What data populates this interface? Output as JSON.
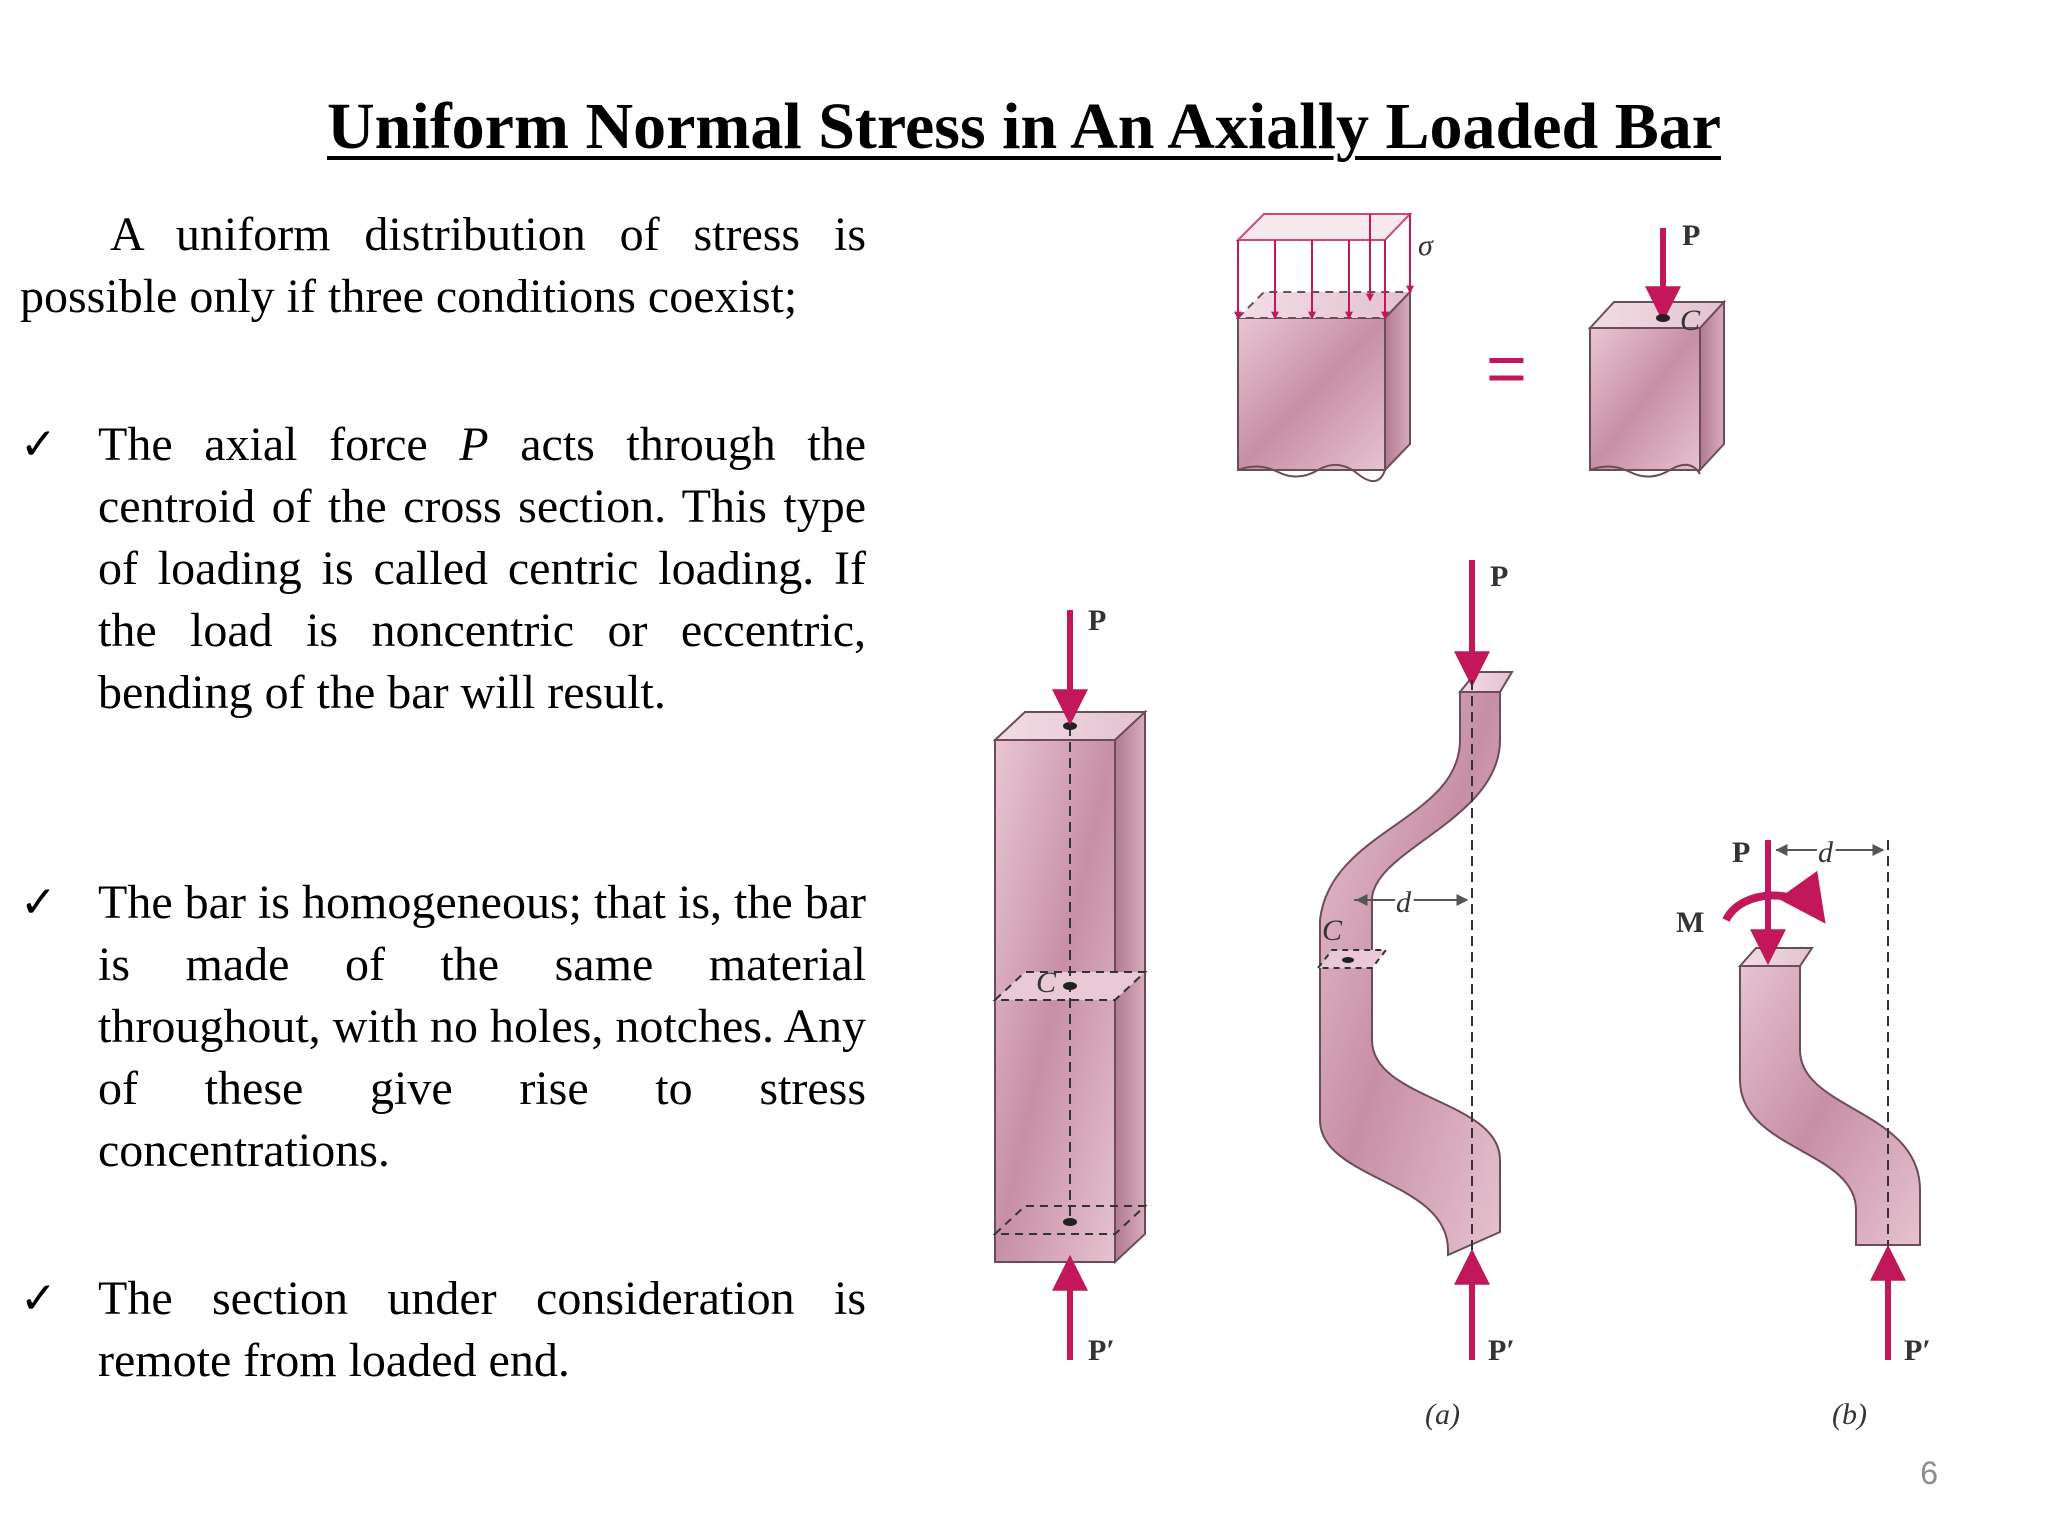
{
  "slide": {
    "title": "Uniform Normal Stress in An Axially Loaded Bar",
    "intro": "A uniform distribution of stress is possible only if three conditions coexist;",
    "bullets": [
      "The axial force P acts through the centroid of the cross section. This type of loading is called centric loading. If the load is noncentric or eccentric, bending of the bar will result.",
      "The bar is homogeneous; that is, the bar is made of the same material throughout, with no holes, notches. Any of these give rise to stress concentrations.",
      "The section under consideration is remote from loaded end."
    ],
    "bullet_1_parts": {
      "before": "The axial force ",
      "italic": "P",
      "after": " acts through the centroid of the cross section. This type of loading is called centric loading. If the load is noncentric or eccentric, bending of the bar will result."
    },
    "check_mark": "✓",
    "page_number": "6"
  },
  "figure": {
    "labels": {
      "sigma": "σ",
      "P": "P",
      "P_prime": "P′",
      "C": "C",
      "d": "d",
      "M": "M",
      "equals": "=",
      "caption_a": "(a)",
      "caption_b": "(b)"
    },
    "colors": {
      "bar_fill": "#d7a7b9",
      "bar_dark": "#b47f95",
      "bar_light": "#f0d7e0",
      "arrow": "#c2185b",
      "outline": "#6d4c5a"
    },
    "icons": [
      "check-icon",
      "arrow-icon"
    ]
  }
}
